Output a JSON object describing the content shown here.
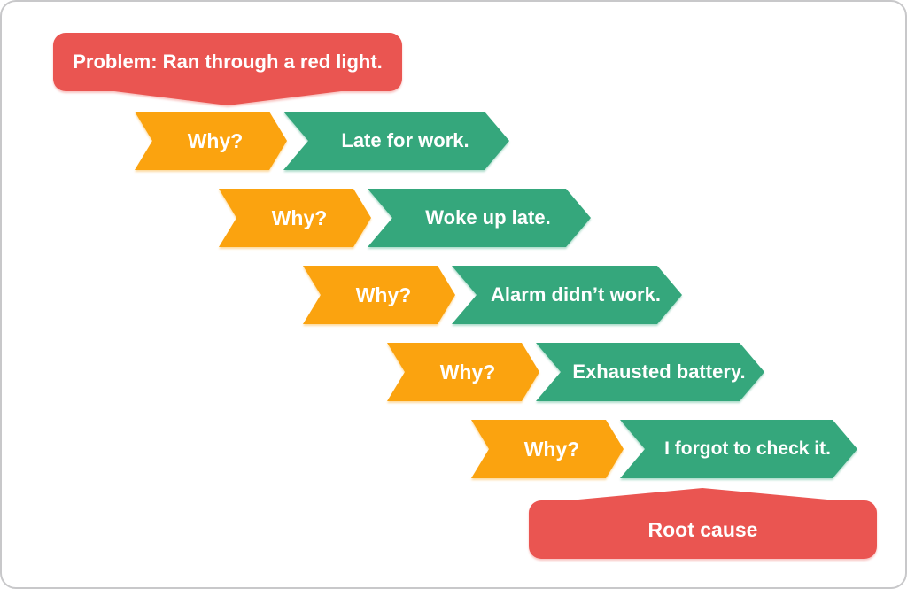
{
  "diagram": {
    "title_hidden_note": "5 Whys analysis",
    "problem": {
      "label": "Problem: Ran through a red light."
    },
    "rows": [
      {
        "why": "Why?",
        "answer": "Late for work."
      },
      {
        "why": "Why?",
        "answer": "Woke up late."
      },
      {
        "why": "Why?",
        "answer": "Alarm didn’t work."
      },
      {
        "why": "Why?",
        "answer": "Exhausted battery."
      },
      {
        "why": "Why?",
        "answer": "I forgot to check it."
      }
    ],
    "root_cause": {
      "label": "Root cause"
    },
    "colors": {
      "red": "#EA5551",
      "orange": "#FBA30F",
      "green": "#35A77C",
      "text": "#FFFFFF",
      "frame_border": "#C8C8CA"
    }
  }
}
